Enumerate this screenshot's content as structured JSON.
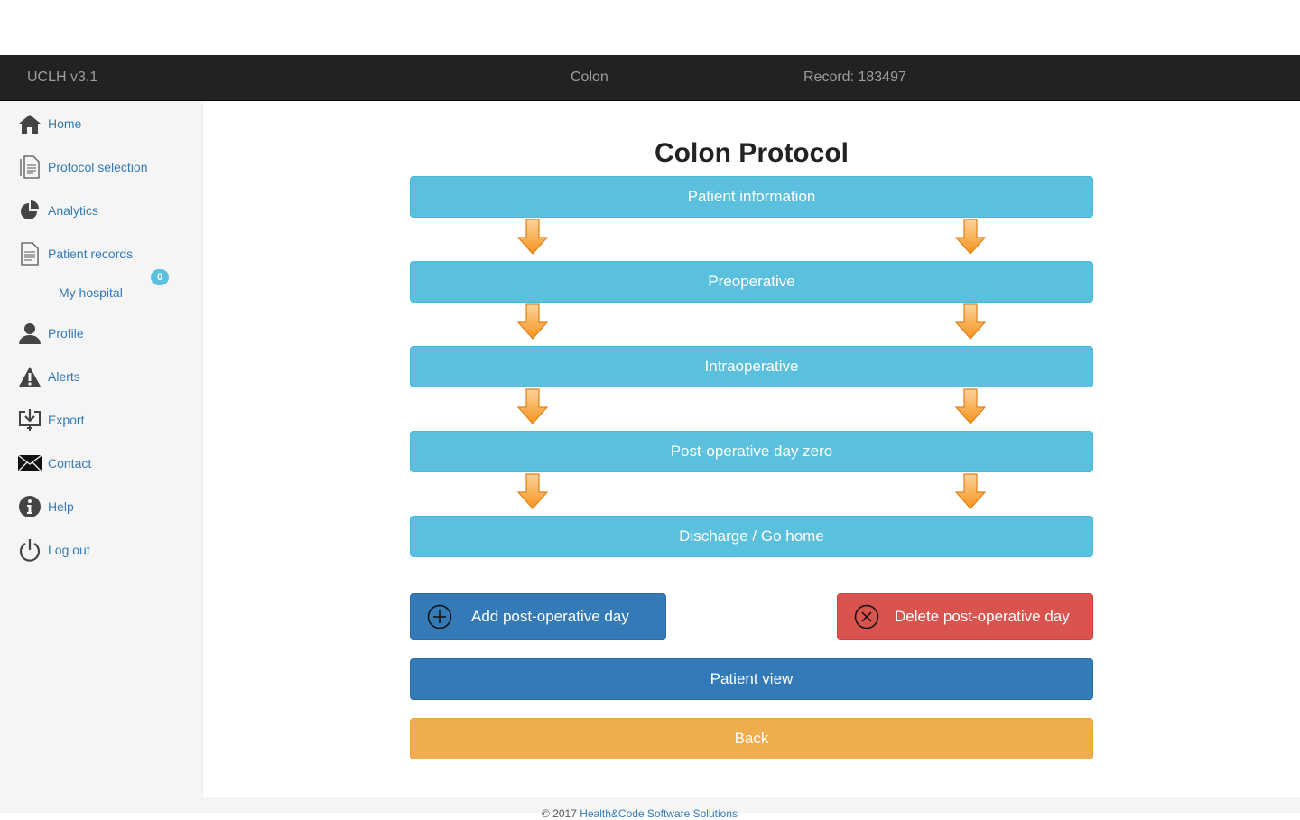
{
  "topbar": {
    "brand": "UCLH v3.1",
    "center": "Colon",
    "record": "Record: 183497"
  },
  "sidebar": {
    "items": [
      {
        "label": "Home",
        "icon": "home-icon"
      },
      {
        "label": "Protocol selection",
        "icon": "document-icon"
      },
      {
        "label": "Analytics",
        "icon": "pie-chart-icon"
      },
      {
        "label": "Patient records",
        "icon": "file-icon"
      },
      {
        "label": "My hospital"
      },
      {
        "label": "Profile",
        "icon": "user-icon"
      },
      {
        "label": "Alerts",
        "icon": "warning-icon",
        "badge": "0"
      },
      {
        "label": "Export",
        "icon": "export-icon"
      },
      {
        "label": "Contact",
        "icon": "envelope-icon"
      },
      {
        "label": "Help",
        "icon": "info-icon"
      },
      {
        "label": "Log out",
        "icon": "power-icon"
      }
    ]
  },
  "main": {
    "title": "Colon Protocol",
    "steps": [
      "Patient information",
      "Preoperative",
      "Intraoperative",
      "Post-operative day zero",
      "Discharge / Go home"
    ],
    "add_button": "Add post-operative day",
    "delete_button": "Delete post-operative day",
    "patient_view_button": "Patient view",
    "back_button": "Back"
  },
  "footer": {
    "copyright": "© 2017",
    "company": "Health&Code Software Solutions"
  },
  "colors": {
    "info": "#5bc0de",
    "primary": "#337ab7",
    "danger": "#d9534f",
    "warning": "#f0ad4e",
    "arrow": "#f7941d"
  }
}
